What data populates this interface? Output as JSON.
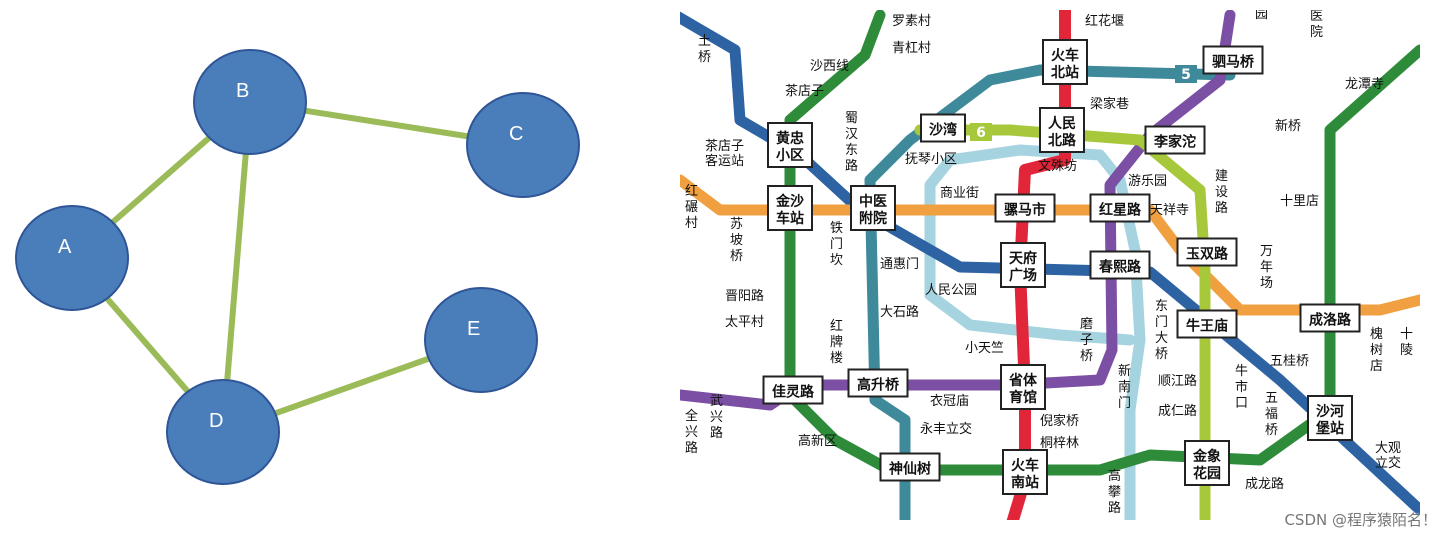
{
  "graph": {
    "nodes": [
      {
        "id": "A",
        "label": "A"
      },
      {
        "id": "B",
        "label": "B"
      },
      {
        "id": "C",
        "label": "C"
      },
      {
        "id": "D",
        "label": "D"
      },
      {
        "id": "E",
        "label": "E"
      }
    ],
    "edges": [
      [
        "A",
        "B"
      ],
      [
        "B",
        "C"
      ],
      [
        "B",
        "D"
      ],
      [
        "A",
        "D"
      ],
      [
        "D",
        "E"
      ]
    ],
    "colors": {
      "node": "#4a7ebb",
      "node_stroke": "#2f5597",
      "edge": "#9bbb59"
    }
  },
  "metro": {
    "line_colors": {
      "line1": "#e2263a",
      "line2": "#2e8b3a",
      "line3": "#7b4fa3",
      "line4": "#f0a040",
      "line5": "#3f8a9a",
      "line6": "#a7c83a",
      "line7": "#2d62a3",
      "line10": "#a6d3e0"
    },
    "line_numbers": [
      "5",
      "6"
    ],
    "box_stations": [
      "火车北站",
      "驷马桥",
      "沙湾",
      "人民北路",
      "李家沱",
      "黄忠小区",
      "金沙车站",
      "中医附院",
      "骡马市",
      "红星路",
      "玉双路",
      "天府广场",
      "春熙路",
      "牛王庙",
      "成洛路",
      "佳灵路",
      "高升桥",
      "省体育馆",
      "沙河堡站",
      "神仙树",
      "火车南站",
      "金象花园"
    ],
    "text_stations": [
      "罗素村",
      "青杠村",
      "红花堰",
      "医院",
      "沙西线",
      "茶店子",
      "龙潭寺",
      "梁家巷",
      "蜀汉东路",
      "茶店子客运站",
      "抚琴小区",
      "文殊坊",
      "游乐园",
      "新桥",
      "建设路",
      "红碾村",
      "苏坡桥",
      "商业街",
      "铁门坎",
      "天祥寺",
      "十里店",
      "通惠门",
      "人民公园",
      "万年场",
      "晋阳路",
      "太平村",
      "大石路",
      "东门大桥",
      "槐树店",
      "十陵",
      "红牌楼",
      "小天竺",
      "磨子桥",
      "五桂桥",
      "衣冠庙",
      "新南门",
      "顺江路",
      "牛市口",
      "永丰立交",
      "成仁路",
      "五福桥",
      "高新区",
      "倪家桥",
      "桐梓林",
      "大观立交",
      "武兴路",
      "全兴路",
      "土桥",
      "成龙路",
      "高攀路",
      "园"
    ]
  },
  "watermark": "CSDN @程序猿陌名！"
}
